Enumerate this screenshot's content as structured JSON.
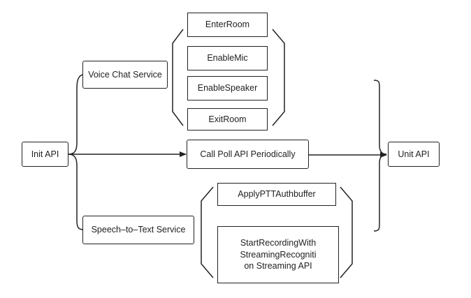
{
  "nodes": {
    "init_api": "Init API",
    "voice_chat_service": "Voice Chat Service",
    "speech_to_text_service": "Speech–to–Text Service",
    "call_poll_api": "Call Poll API Periodically",
    "unit_api": "Unit API",
    "voice_steps": [
      "EnterRoom",
      "EnableMic",
      "EnableSpeaker",
      "ExitRoom"
    ],
    "speech_steps": [
      "ApplyPTTAuthbuffer",
      "StartRecordingWith\nStreamingRecogniti\non Streaming API"
    ]
  },
  "colors": {
    "stroke": "#222222",
    "background": "#ffffff"
  }
}
